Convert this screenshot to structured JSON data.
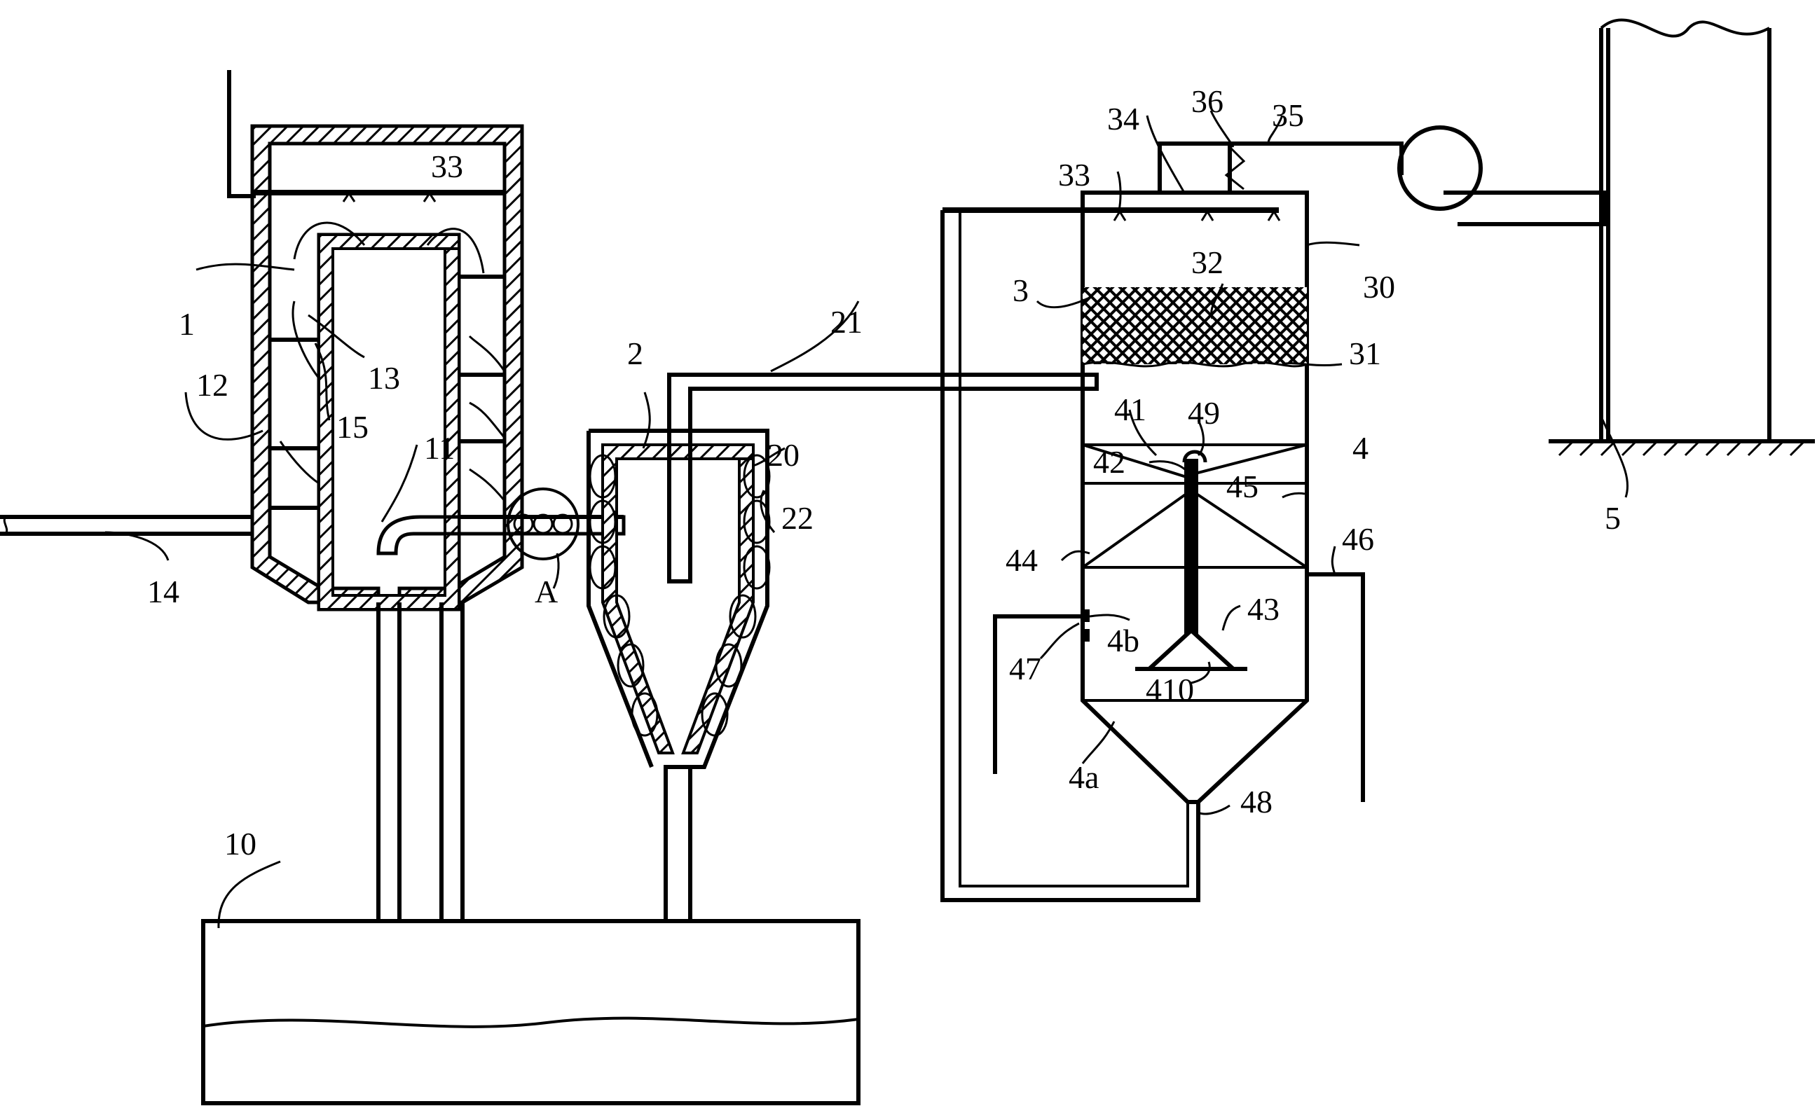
{
  "labels": {
    "l1": "1",
    "l2": "2",
    "l3": "3",
    "l4": "4",
    "l5": "5",
    "l10": "10",
    "l11": "11",
    "l12": "12",
    "l13": "13",
    "l14": "14",
    "l15": "15",
    "l20": "20",
    "l21": "21",
    "l22": "22",
    "l30": "30",
    "l31": "31",
    "l32": "32",
    "l33a": "33",
    "l33b": "33",
    "l34": "34",
    "l35": "35",
    "l36": "36",
    "l41": "41",
    "l42": "42",
    "l43": "43",
    "l44": "44",
    "l45": "45",
    "l46": "46",
    "l47": "47",
    "l48": "48",
    "l49": "49",
    "l410": "410",
    "l4a": "4a",
    "l4b": "4b",
    "lA": "A"
  }
}
